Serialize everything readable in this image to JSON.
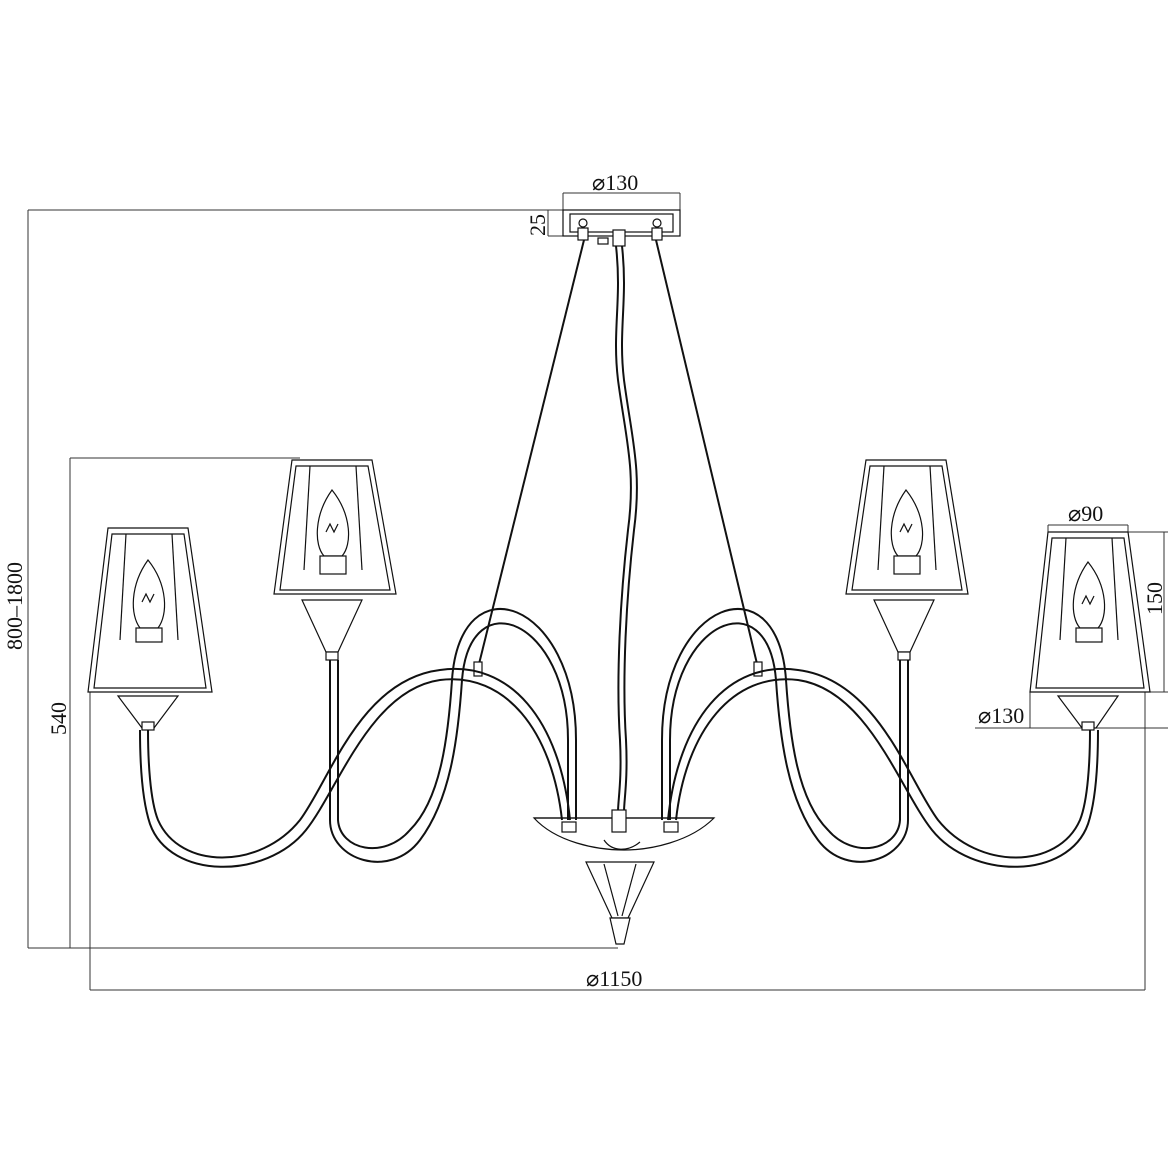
{
  "dimensions": {
    "canopy_diameter": "⌀130",
    "canopy_height": "25",
    "total_height_range": "800–1800",
    "lamp_height": "540",
    "shade_top_diameter": "⌀90",
    "shade_height": "150",
    "shade_bottom_diameter": "⌀130",
    "overall_diameter": "⌀1150"
  },
  "icons": {
    "bulb": "candle-bulb-icon",
    "shade": "trapezoid-shade-icon"
  },
  "colors": {
    "ink": "#111111",
    "dimension_line": "#333333",
    "background": "#ffffff"
  }
}
